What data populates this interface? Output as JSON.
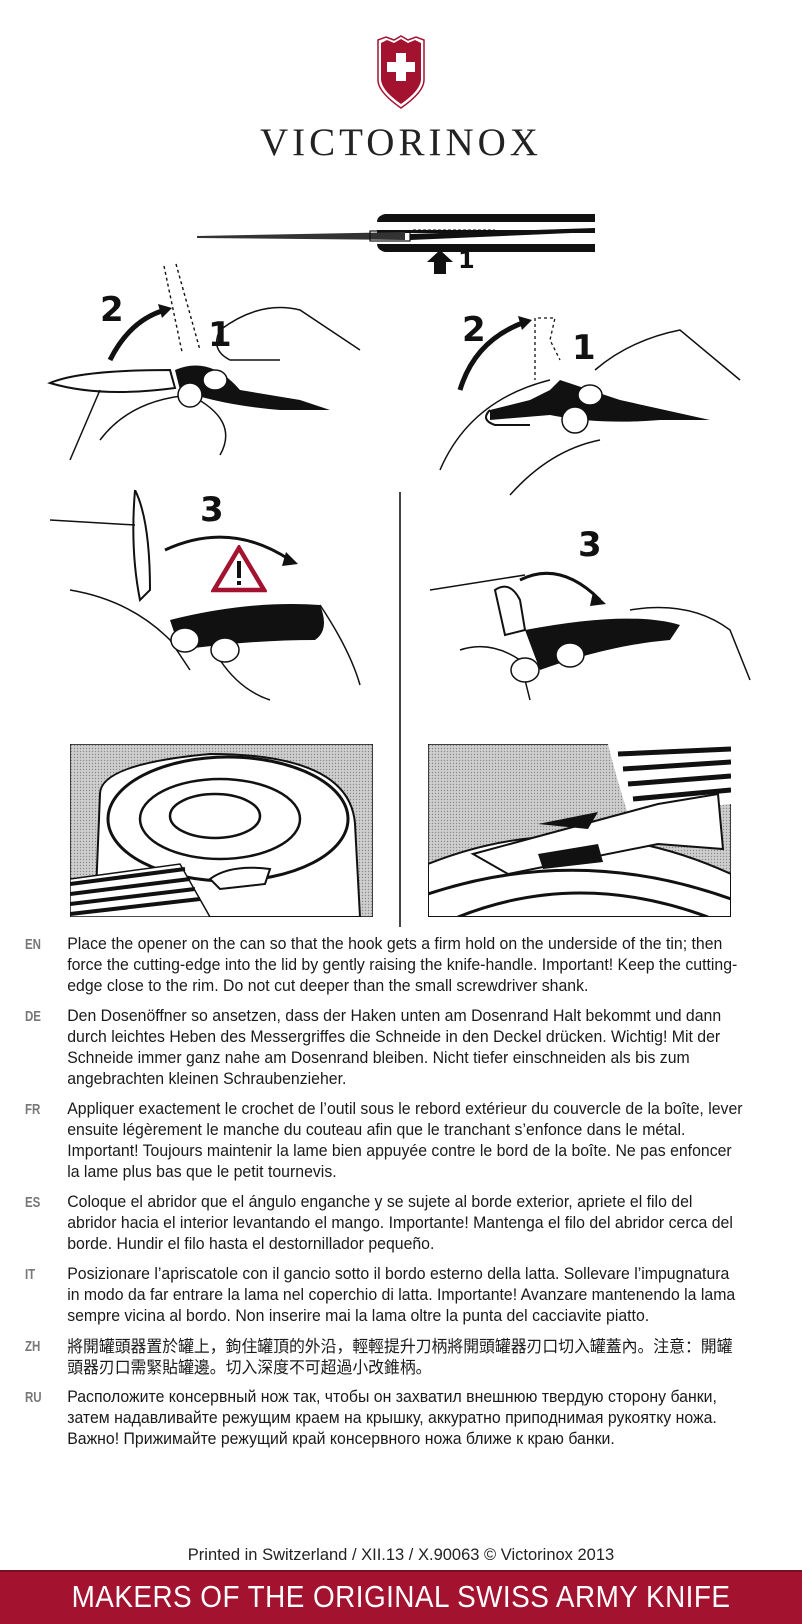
{
  "brand": {
    "name": "VICTORINOX",
    "logo_icon": "swiss-cross-shield-icon",
    "accent_color": "#a3122f"
  },
  "illustrations": {
    "top_diagram": {
      "step_label": "1",
      "description": "can opener blade lifted from handle"
    },
    "left_column": {
      "panel_a": {
        "labels": [
          "2",
          "1"
        ]
      },
      "panel_b": {
        "labels": [
          "3"
        ],
        "warning_icon": "warning-triangle-icon"
      }
    },
    "right_column": {
      "panel_a": {
        "labels": [
          "2",
          "1"
        ]
      },
      "panel_b": {
        "labels": [
          "3"
        ]
      }
    },
    "detail_panels": [
      "can rim with opener hook (left)",
      "opener blade cutting lid (right)"
    ]
  },
  "instructions": [
    {
      "code": "EN",
      "text": "Place the opener on the can so that the hook gets a firm hold on the underside of the tin; then force the cutting-edge into the lid by gently raising the knife-handle. Important! Keep the cutting-edge close to the rim. Do not cut deeper than the small screwdriver shank."
    },
    {
      "code": "DE",
      "text": "Den Dosenöffner so ansetzen, dass der Haken unten am Dosenrand Halt bekommt und dann durch leichtes Heben des Messergriffes die Schneide in den Deckel drücken. Wichtig! Mit der Schneide immer ganz nahe am Dosenrand bleiben. Nicht tiefer einschneiden als bis zum angebrachten kleinen Schraubenzieher."
    },
    {
      "code": "FR",
      "text": "Appliquer exactement le crochet de l’outil sous le rebord extérieur du couvercle de la boîte, lever ensuite légèrement le manche du couteau afin que le tranchant s’enfonce dans le métal. Important! Toujours maintenir la lame bien appuyée contre le bord de la boîte. Ne pas enfoncer la lame plus bas que le petit tournevis."
    },
    {
      "code": "ES",
      "text": "Coloque el abridor que el ángulo enganche y se sujete al borde exterior, apriete el filo del abridor hacia el interior levantando el mango. Importante! Mantenga el filo del abridor cerca del borde. Hundir el filo hasta el destornillador pequeño."
    },
    {
      "code": "IT",
      "text": "Posizionare l’apriscatole con il gancio sotto il bordo esterno della latta. Sollevare l’impugnatura in modo da far entrare la lama nel coperchio di latta. Importante! Avanzare mantenendo la lama sempre vicina al bordo. Non inserire mai la lama oltre la punta del cacciavite piatto."
    },
    {
      "code": "ZH",
      "text": "將開罐頭器置於罐上，鉤住罐頂的外沿，輕輕提升刀柄將開頭罐器刃口切入罐蓋內。注意：開罐頭器刃口需緊貼罐邊。切入深度不可超過小改錐柄。"
    },
    {
      "code": "RU",
      "text": "Расположите консервный нож так, чтобы он захватил внешнюю твердую сторону банки, затем надавливайте режущим краем на крышку, аккуратно приподнимая рукоятку ножа. Важно! Прижимайте режущий край консервного ножа ближе к краю банки."
    }
  ],
  "footer": {
    "printed": "Printed in Switzerland / XII.13 / X.90063 © Victorinox 2013",
    "tagline": "MAKERS OF THE ORIGINAL SWISS ARMY KNIFE"
  }
}
